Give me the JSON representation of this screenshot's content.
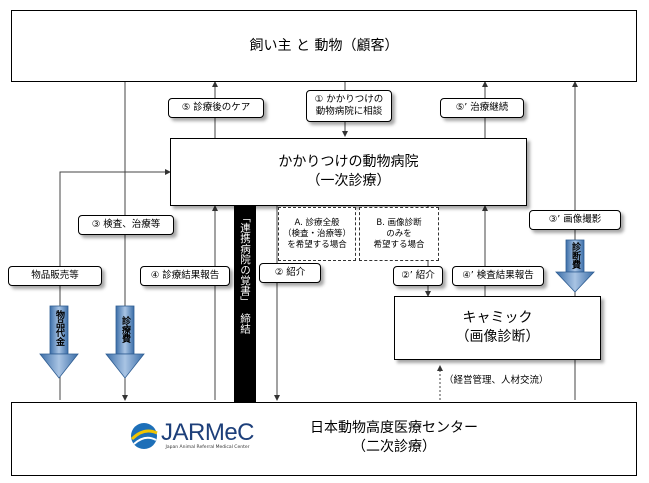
{
  "owners_box": "飼い主 と 動物（顧客）",
  "primary_hospital": {
    "line1": "かかりつけの動物病院",
    "line2": "（一次診療）"
  },
  "camic": {
    "line1": "キャミック",
    "line2": "（画像診断）"
  },
  "jarmec": {
    "logo": "JARMeC",
    "logo_sub": "Japan Animal Referral Medical Center",
    "line1": "日本動物高度医療センター",
    "line2": "（二次診療）"
  },
  "labels": {
    "aftercare": "⑤ 診療後のケア",
    "consult": "① かかりつけの\n動物病院に相談",
    "continue_treatment": "⑤’ 治療継続",
    "exam_treatment": "③ 検査、治療等",
    "imaging": "③’ 画像撮影",
    "product_sales": "物品販売等",
    "result_report": "④ 診療結果報告",
    "referral": "② 紹介",
    "referral2": "②’ 紹介",
    "exam_report": "④’ 検査結果報告",
    "management": "（経営管理、人材交流）"
  },
  "cases": {
    "a": "A. 診療全般\n（検査・治療等）\nを希望する場合",
    "b": "B. 画像診断\nのみを\n希望する場合"
  },
  "memorandum": {
    "main": "「連携病院の覚書」",
    "sub": "締結"
  },
  "fees": {
    "product_fee": "物品代金",
    "medical_fee": "診療費",
    "diagnosis_fee": "診断費"
  }
}
